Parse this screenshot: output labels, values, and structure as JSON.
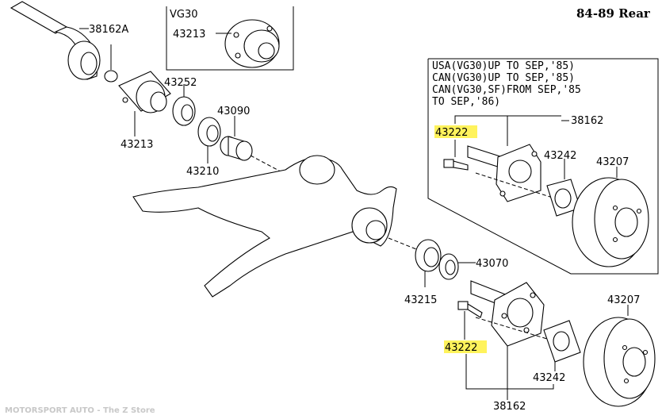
{
  "title": "84-89 Rear",
  "footer": "MOTORSPORT AUTO - The Z Store",
  "inset_top": {
    "label": "VG30"
  },
  "inset_right": {
    "note_lines": [
      "USA(VG30)UP TO SEP,'85)",
      "CAN(VG30)UP TO SEP,'85)",
      "CAN(VG30,SF)FROM SEP,'85",
      "TO SEP,'86)"
    ]
  },
  "parts": {
    "p38162a": "38162A",
    "p43213_inset": "43213",
    "p43252": "43252",
    "p43213": "43213",
    "p43090": "43090",
    "p43210": "43210",
    "p43222_upper": "43222",
    "p38162_upper": "38162",
    "p43242_upper": "43242",
    "p43207_upper": "43207",
    "p43070": "43070",
    "p43215": "43215",
    "p43207_lower": "43207",
    "p43222_lower": "43222",
    "p43242_lower": "43242",
    "p38162_lower": "38162"
  },
  "colors": {
    "highlight": "#fff35c",
    "line": "#000000",
    "footer": "#c8c8c8"
  }
}
